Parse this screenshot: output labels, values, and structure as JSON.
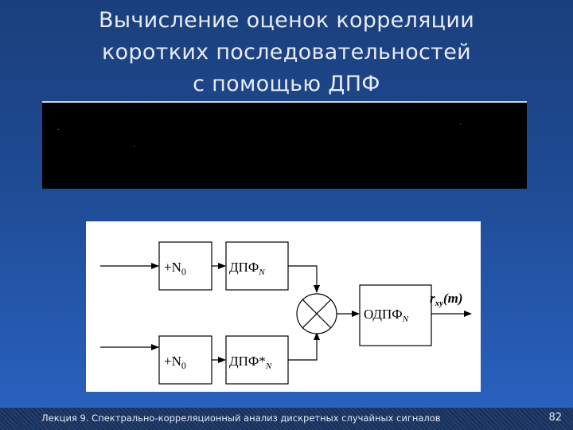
{
  "slide": {
    "title_lines": [
      "Вычисление оценок корреляции",
      "коротких последовательностей",
      "с помощью ДПФ"
    ]
  },
  "diagram": {
    "adder_top": {
      "main": "+N",
      "sub": "0"
    },
    "dft_top": {
      "main": "ДПФ",
      "sub": "N"
    },
    "adder_bottom": {
      "main": "+N",
      "sub": "0"
    },
    "dft_bottom": {
      "main": "ДПФ*",
      "sub": "N"
    },
    "idft": {
      "main": "ОДПФ",
      "sub": "N"
    },
    "output": {
      "r": "r",
      "sub": "xy",
      "arg": "(m)"
    }
  },
  "footer": {
    "lecture": "Лекция 9. Спектрально-корреляционный анализ дискретных случайных сигналов",
    "page": "82"
  }
}
